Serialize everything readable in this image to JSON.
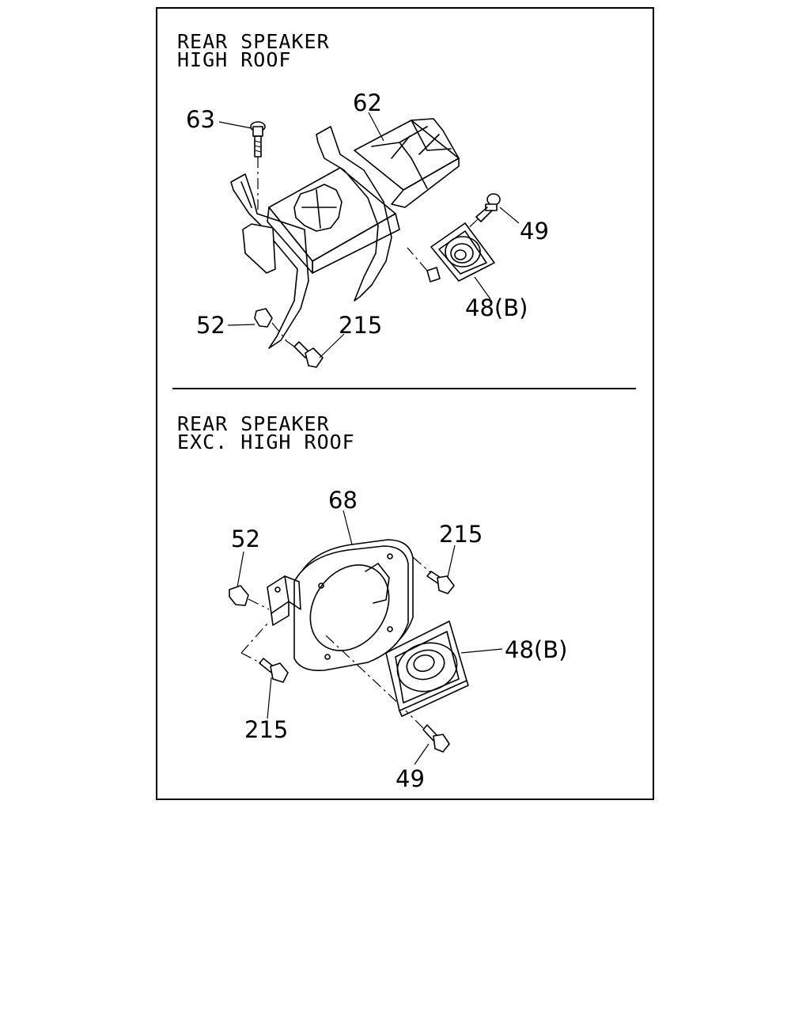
{
  "sections": [
    {
      "heading_line1": "REAR SPEAKER",
      "heading_line2": "HIGH ROOF",
      "callouts": [
        "63",
        "62",
        "49",
        "48(B)",
        "52",
        "215"
      ]
    },
    {
      "heading_line1": "REAR SPEAKER",
      "heading_line2": "EXC. HIGH ROOF",
      "callouts": [
        "68",
        "52",
        "215",
        "48(B)",
        "215",
        "49"
      ]
    }
  ],
  "colors": {
    "line": "#000000",
    "background": "#ffffff"
  }
}
